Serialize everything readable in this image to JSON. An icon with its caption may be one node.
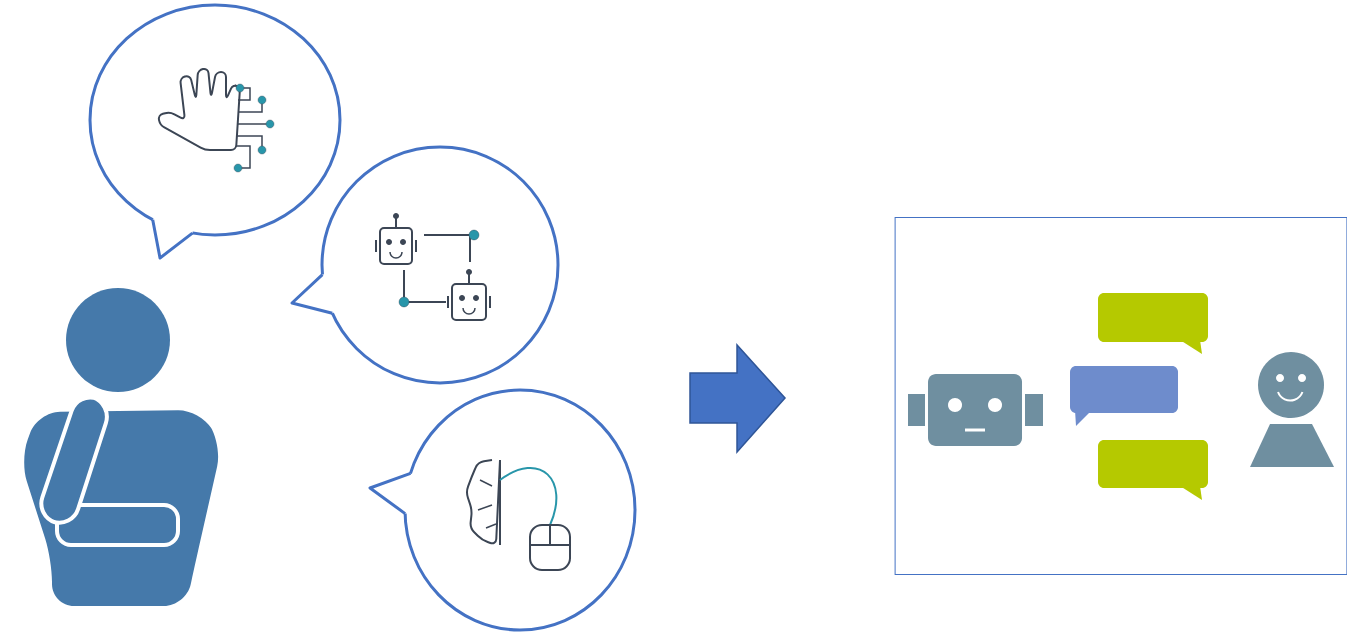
{
  "diagram": {
    "nodes": [
      {
        "text": [],
        "shape": "person"
      },
      {
        "text": [],
        "shape": "bubble"
      },
      {
        "text": [],
        "shape": "bubble"
      },
      {
        "text": [],
        "shape": "bubble"
      },
      {
        "text": [],
        "shape": "box"
      }
    ]
  }
}
